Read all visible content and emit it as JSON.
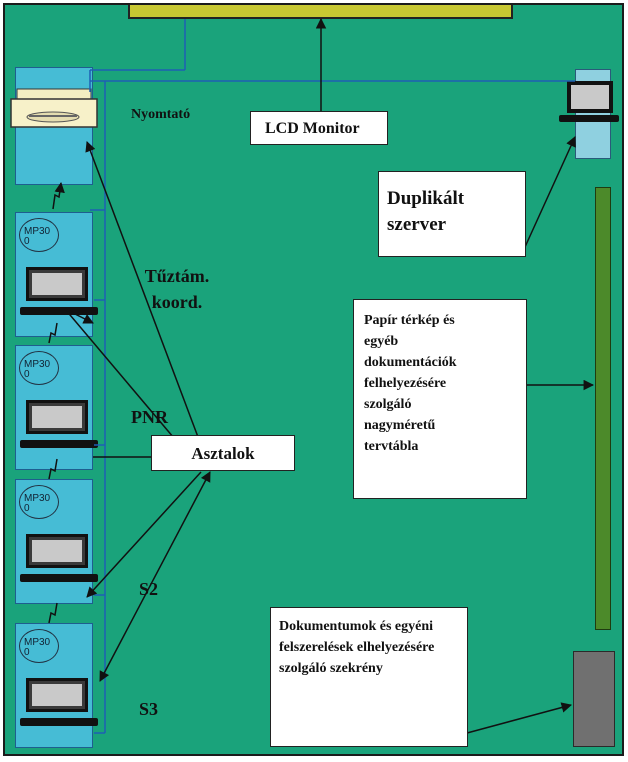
{
  "labels": {
    "printer": "Nyomtató",
    "lcd_monitor": "LCD Monitor",
    "duplicated_server": "Duplikált szerver",
    "fire_coord": "Tűztám. koord.",
    "pnr": "PNR",
    "desks": "Asztalok",
    "s2": "S2",
    "s3": "S3",
    "map_board": "Papír térkép és egyéb dokumentációk felhelyezésére szolgáló nagyméretű tervtábla",
    "cabinet": "Dokumentumok és egyéni felszerelések elhelyezésére szolgáló szekrény"
  },
  "stations": [
    {
      "device": "MP30\n0"
    },
    {
      "device": "MP30\n0"
    },
    {
      "device": "MP30\n0"
    },
    {
      "device": "MP30\n0"
    }
  ],
  "colors": {
    "floor": "#1aa37b",
    "monitor_bar": "#c8c832",
    "station": "#46bcd5",
    "board": "#4c8a2a",
    "cabinet": "#707070"
  }
}
